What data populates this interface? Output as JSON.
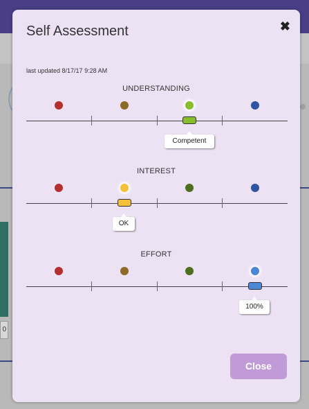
{
  "modal": {
    "title": "Self Assessment",
    "close_icon": "close-icon",
    "last_updated": "last updated 8/17/17 9:28 AM",
    "close_label": "Close"
  },
  "background": {
    "partial_number": "0"
  },
  "colors": {
    "level1": "#b3302e",
    "level2": "#8b6b25",
    "level3": "#4e6e1e",
    "level4": "#2d55a1",
    "understanding_active": "#88bd2c",
    "interest_active": "#f5c13a",
    "effort_active": "#4a88d6",
    "close_button": "#c19bd8"
  },
  "sections": [
    {
      "title": "UNDERSTANDING",
      "selected_level": 3,
      "tooltip": "Competent"
    },
    {
      "title": "INTEREST",
      "selected_level": 2,
      "tooltip": "OK"
    },
    {
      "title": "EFFORT",
      "selected_level": 4,
      "tooltip": "100%"
    }
  ]
}
